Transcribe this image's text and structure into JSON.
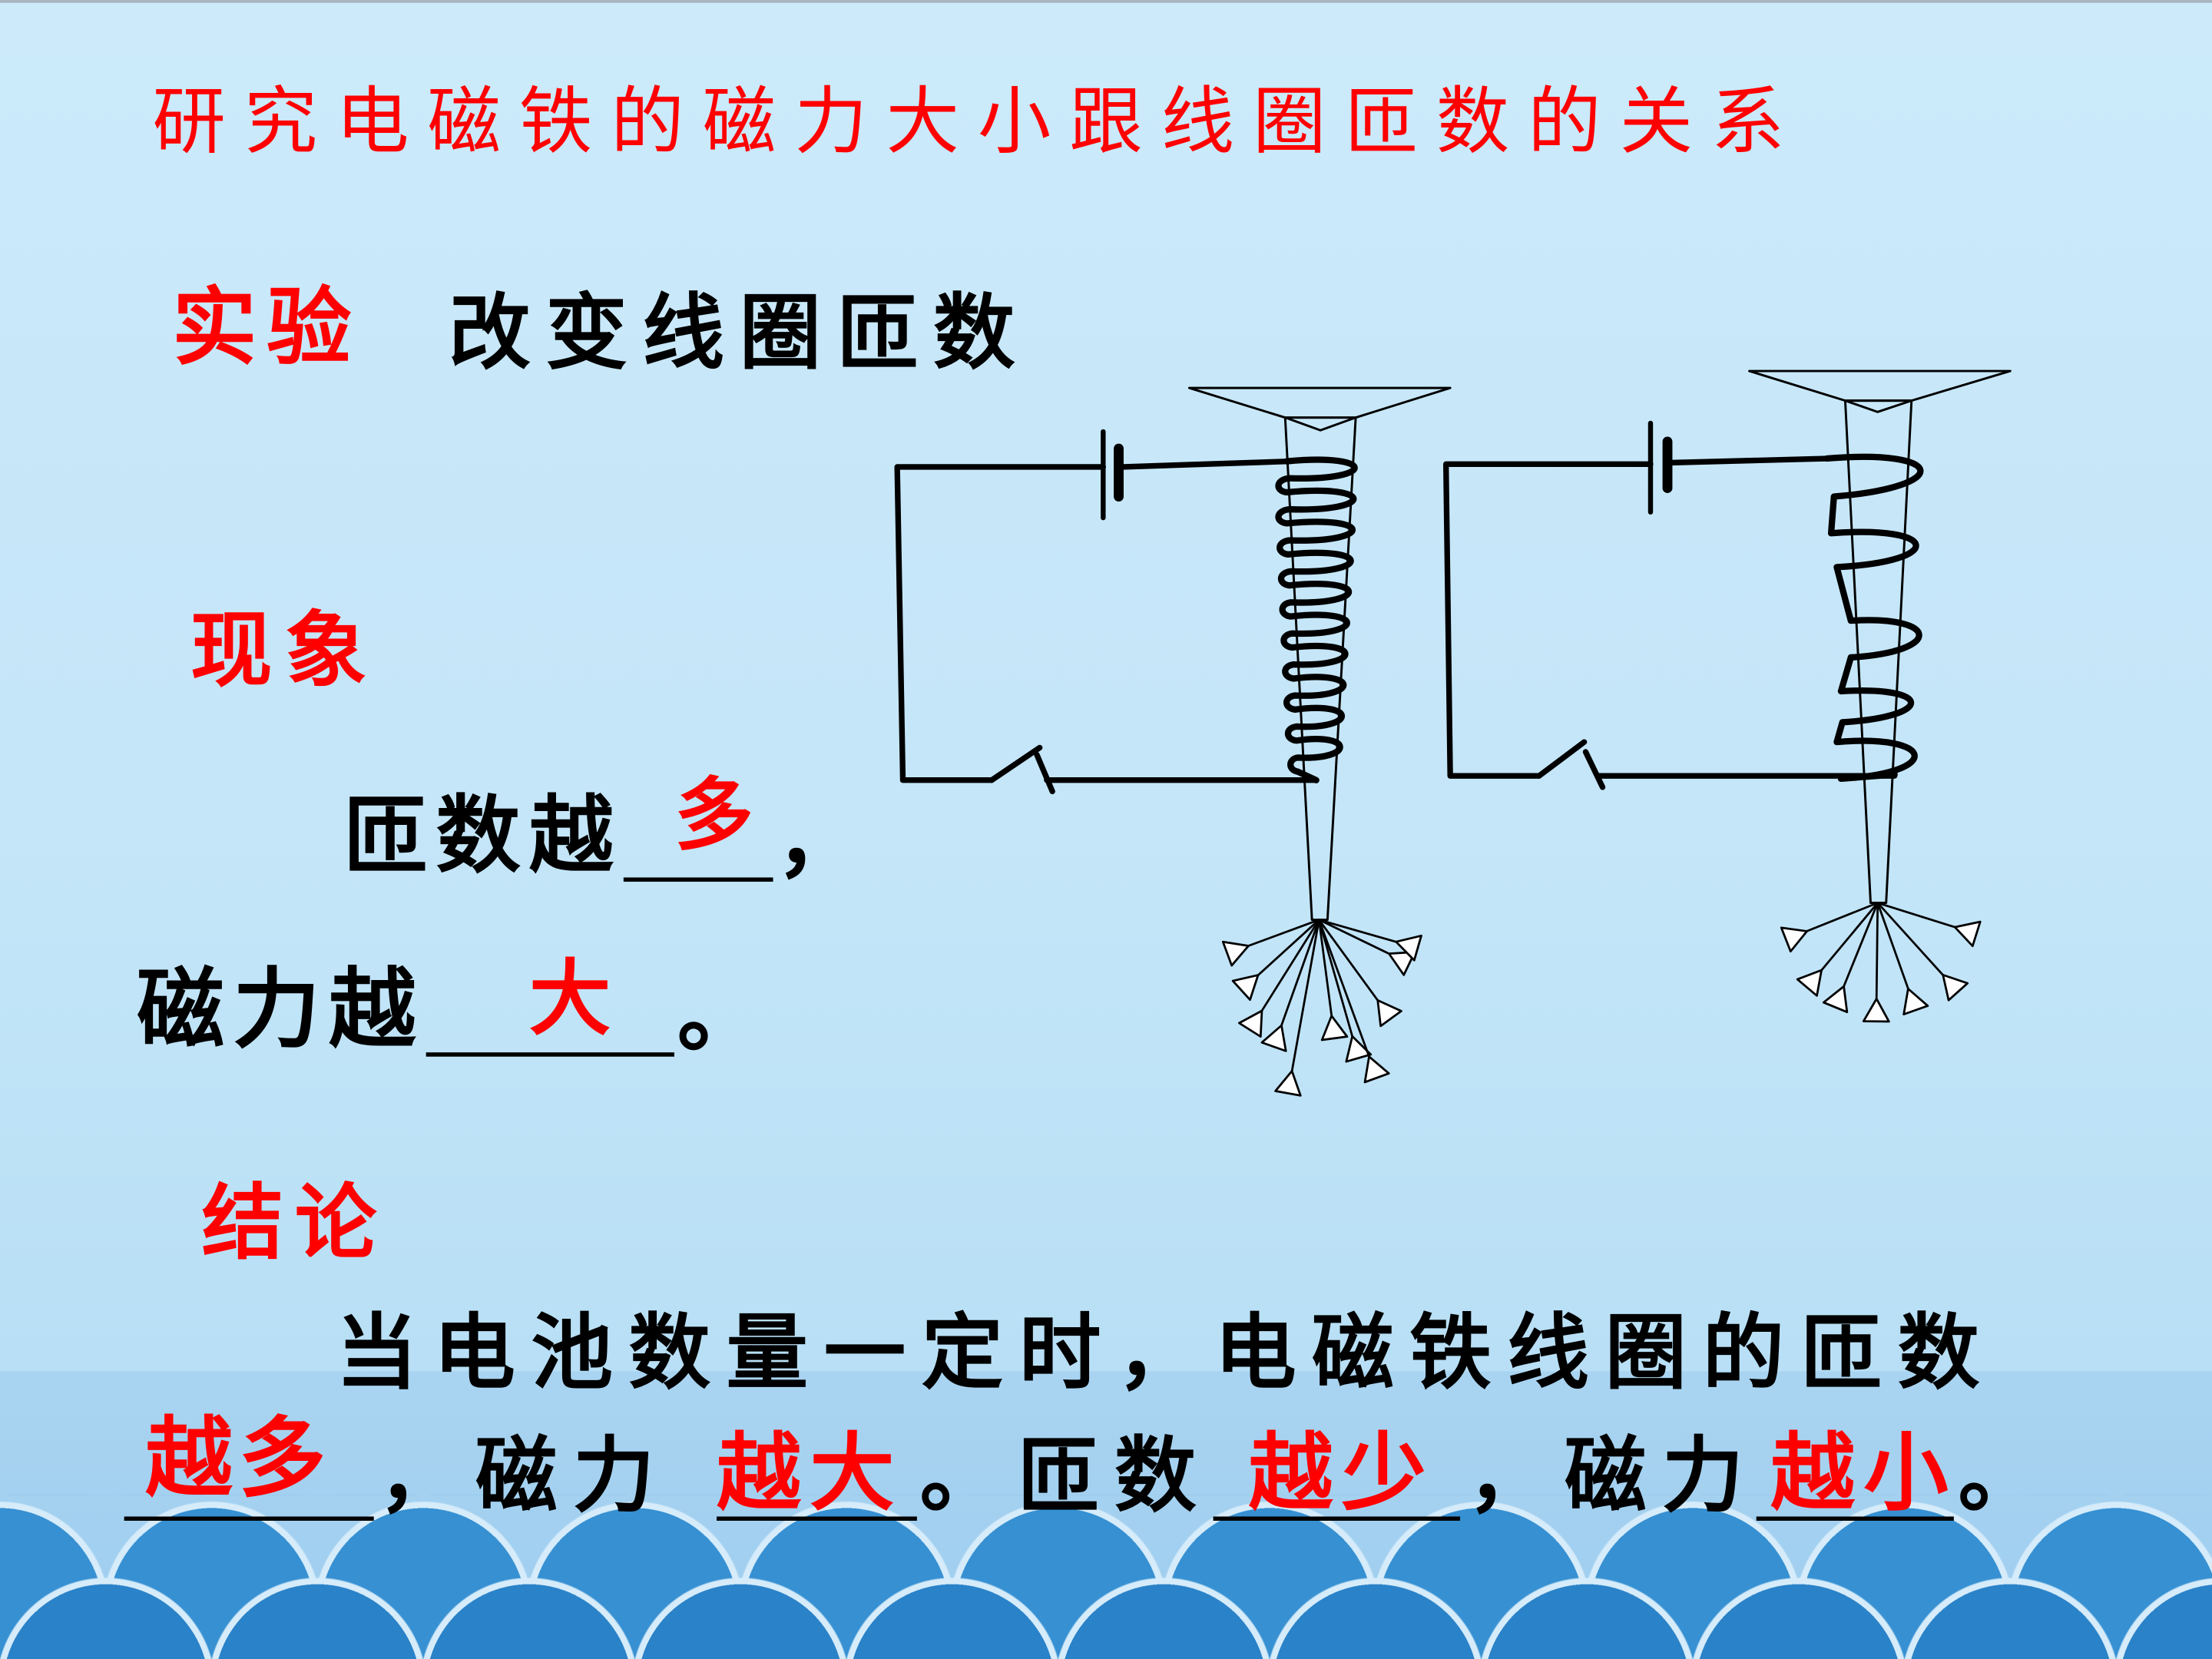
{
  "slide": {
    "title": "研究电磁铁的磁力大小跟线圈匝数的关系",
    "experiment": {
      "label": "实验",
      "text": "改变线圈匝数"
    },
    "phenomenon": {
      "label": "现象",
      "line1": {
        "prefix": "匝数越",
        "answer": "多",
        "suffix": "，"
      },
      "line2": {
        "prefix": "磁力越",
        "answer": "大",
        "suffix": "。"
      }
    },
    "conclusion": {
      "label": "结论",
      "line1": "当电池数量一定时，电磁铁线圈的匝数",
      "line2": {
        "answer1": "越多",
        "text1": "，磁力",
        "answer2": "越大",
        "text2": "。匝数",
        "answer3": "越少",
        "text3": "，磁力",
        "answer4": "越小",
        "text4": "。"
      }
    }
  },
  "colors": {
    "heading_red": "#ff0000",
    "body_text": "#000000",
    "background": "#c8e8f8",
    "wave_front": "#2a82c8",
    "wave_back": "#3690d2"
  }
}
